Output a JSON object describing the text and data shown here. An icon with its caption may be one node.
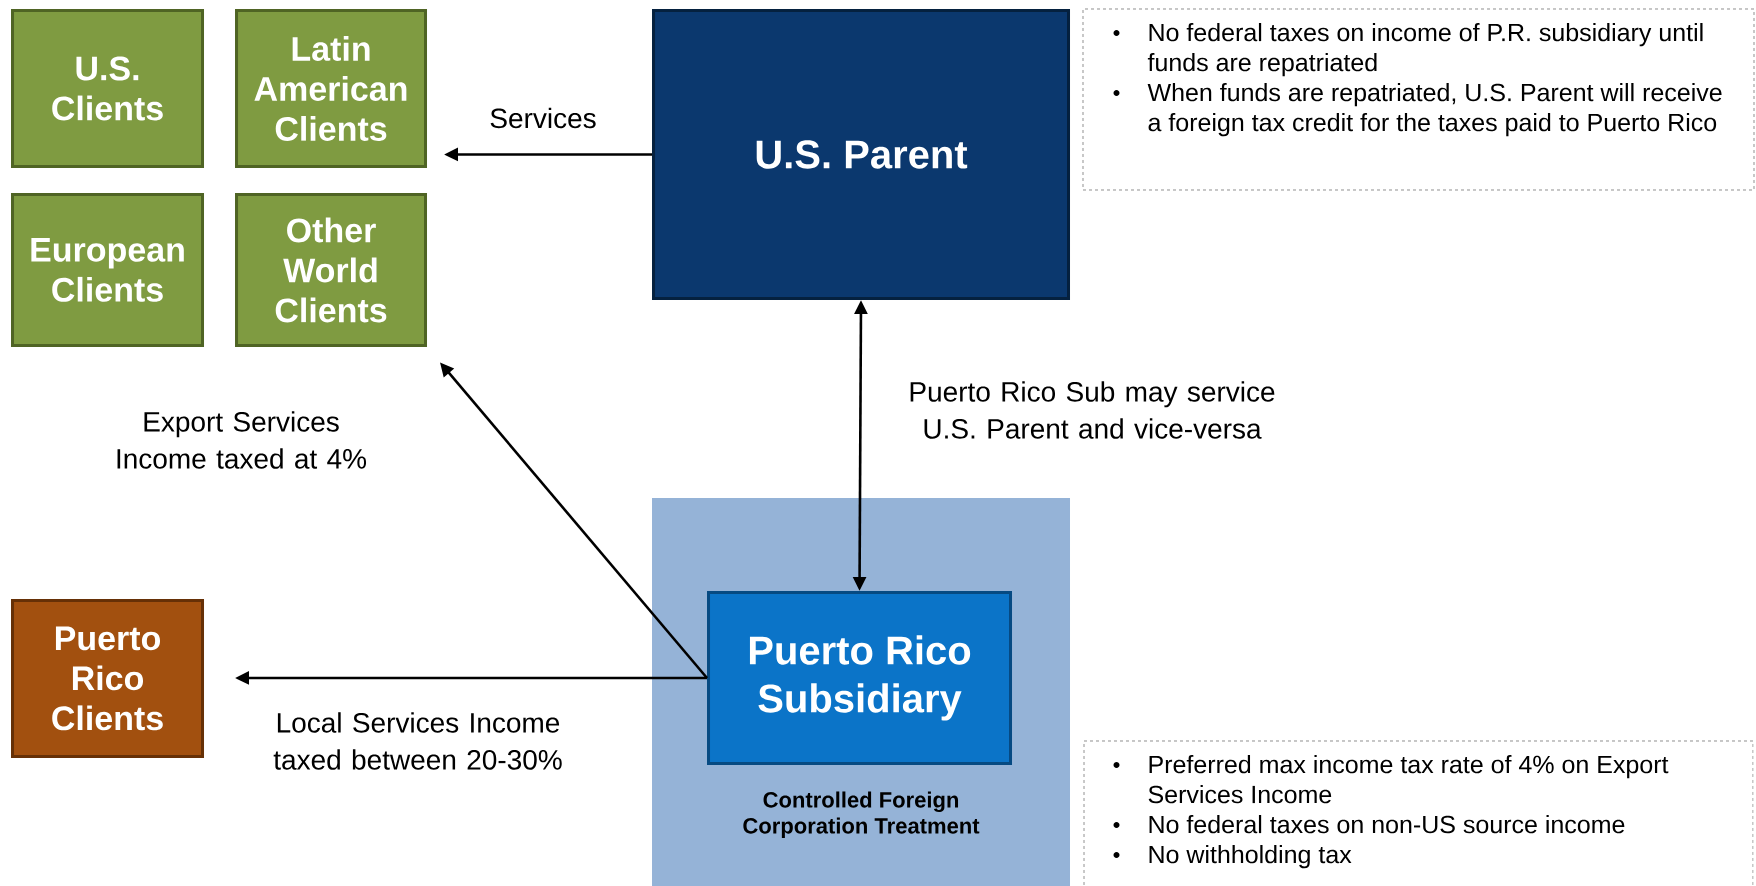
{
  "diagram": {
    "nodes": [
      {
        "text": [
          "U.S. Clients"
        ]
      },
      {
        "text": [
          "Latin American Clients"
        ]
      },
      {
        "text": [
          "U.S. Parent"
        ]
      },
      {
        "text": [
          "No federal taxes on income of P.R. subsidiary until funds are repatriated",
          "When funds are repatriated, U.S. Parent will receive a foreign tax credit for the taxes paid to Puerto Rico"
        ]
      },
      {
        "text": [
          "European Clients"
        ]
      },
      {
        "text": [
          "Other World Clients"
        ]
      },
      {
        "text": [
          "Controlled Foreign Corporation Treatment"
        ]
      },
      {
        "text": [
          "Puerto Rico Subsidiary"
        ],
        "in": 6
      },
      {
        "text": [
          "Puerto Rico Clients"
        ]
      },
      {
        "text": [
          "Preferred max income tax rate of 4% on Export Services Income",
          "No federal taxes on non-US source income",
          "No withholding tax"
        ]
      }
    ],
    "edges": [
      {
        "from": 2,
        "to": 1,
        "arrow": "to",
        "label": "Services"
      },
      {
        "from": 7,
        "to": 2,
        "arrow": "both",
        "label": "Puerto Rico Sub may service U.S. Parent and vice-versa"
      },
      {
        "from": 7,
        "to": 5,
        "arrow": "to",
        "label": "Export Services Income taxed at 4%"
      },
      {
        "from": 7,
        "to": 8,
        "arrow": "to",
        "label": "Local Services Income taxed between 20-30%"
      }
    ]
  }
}
